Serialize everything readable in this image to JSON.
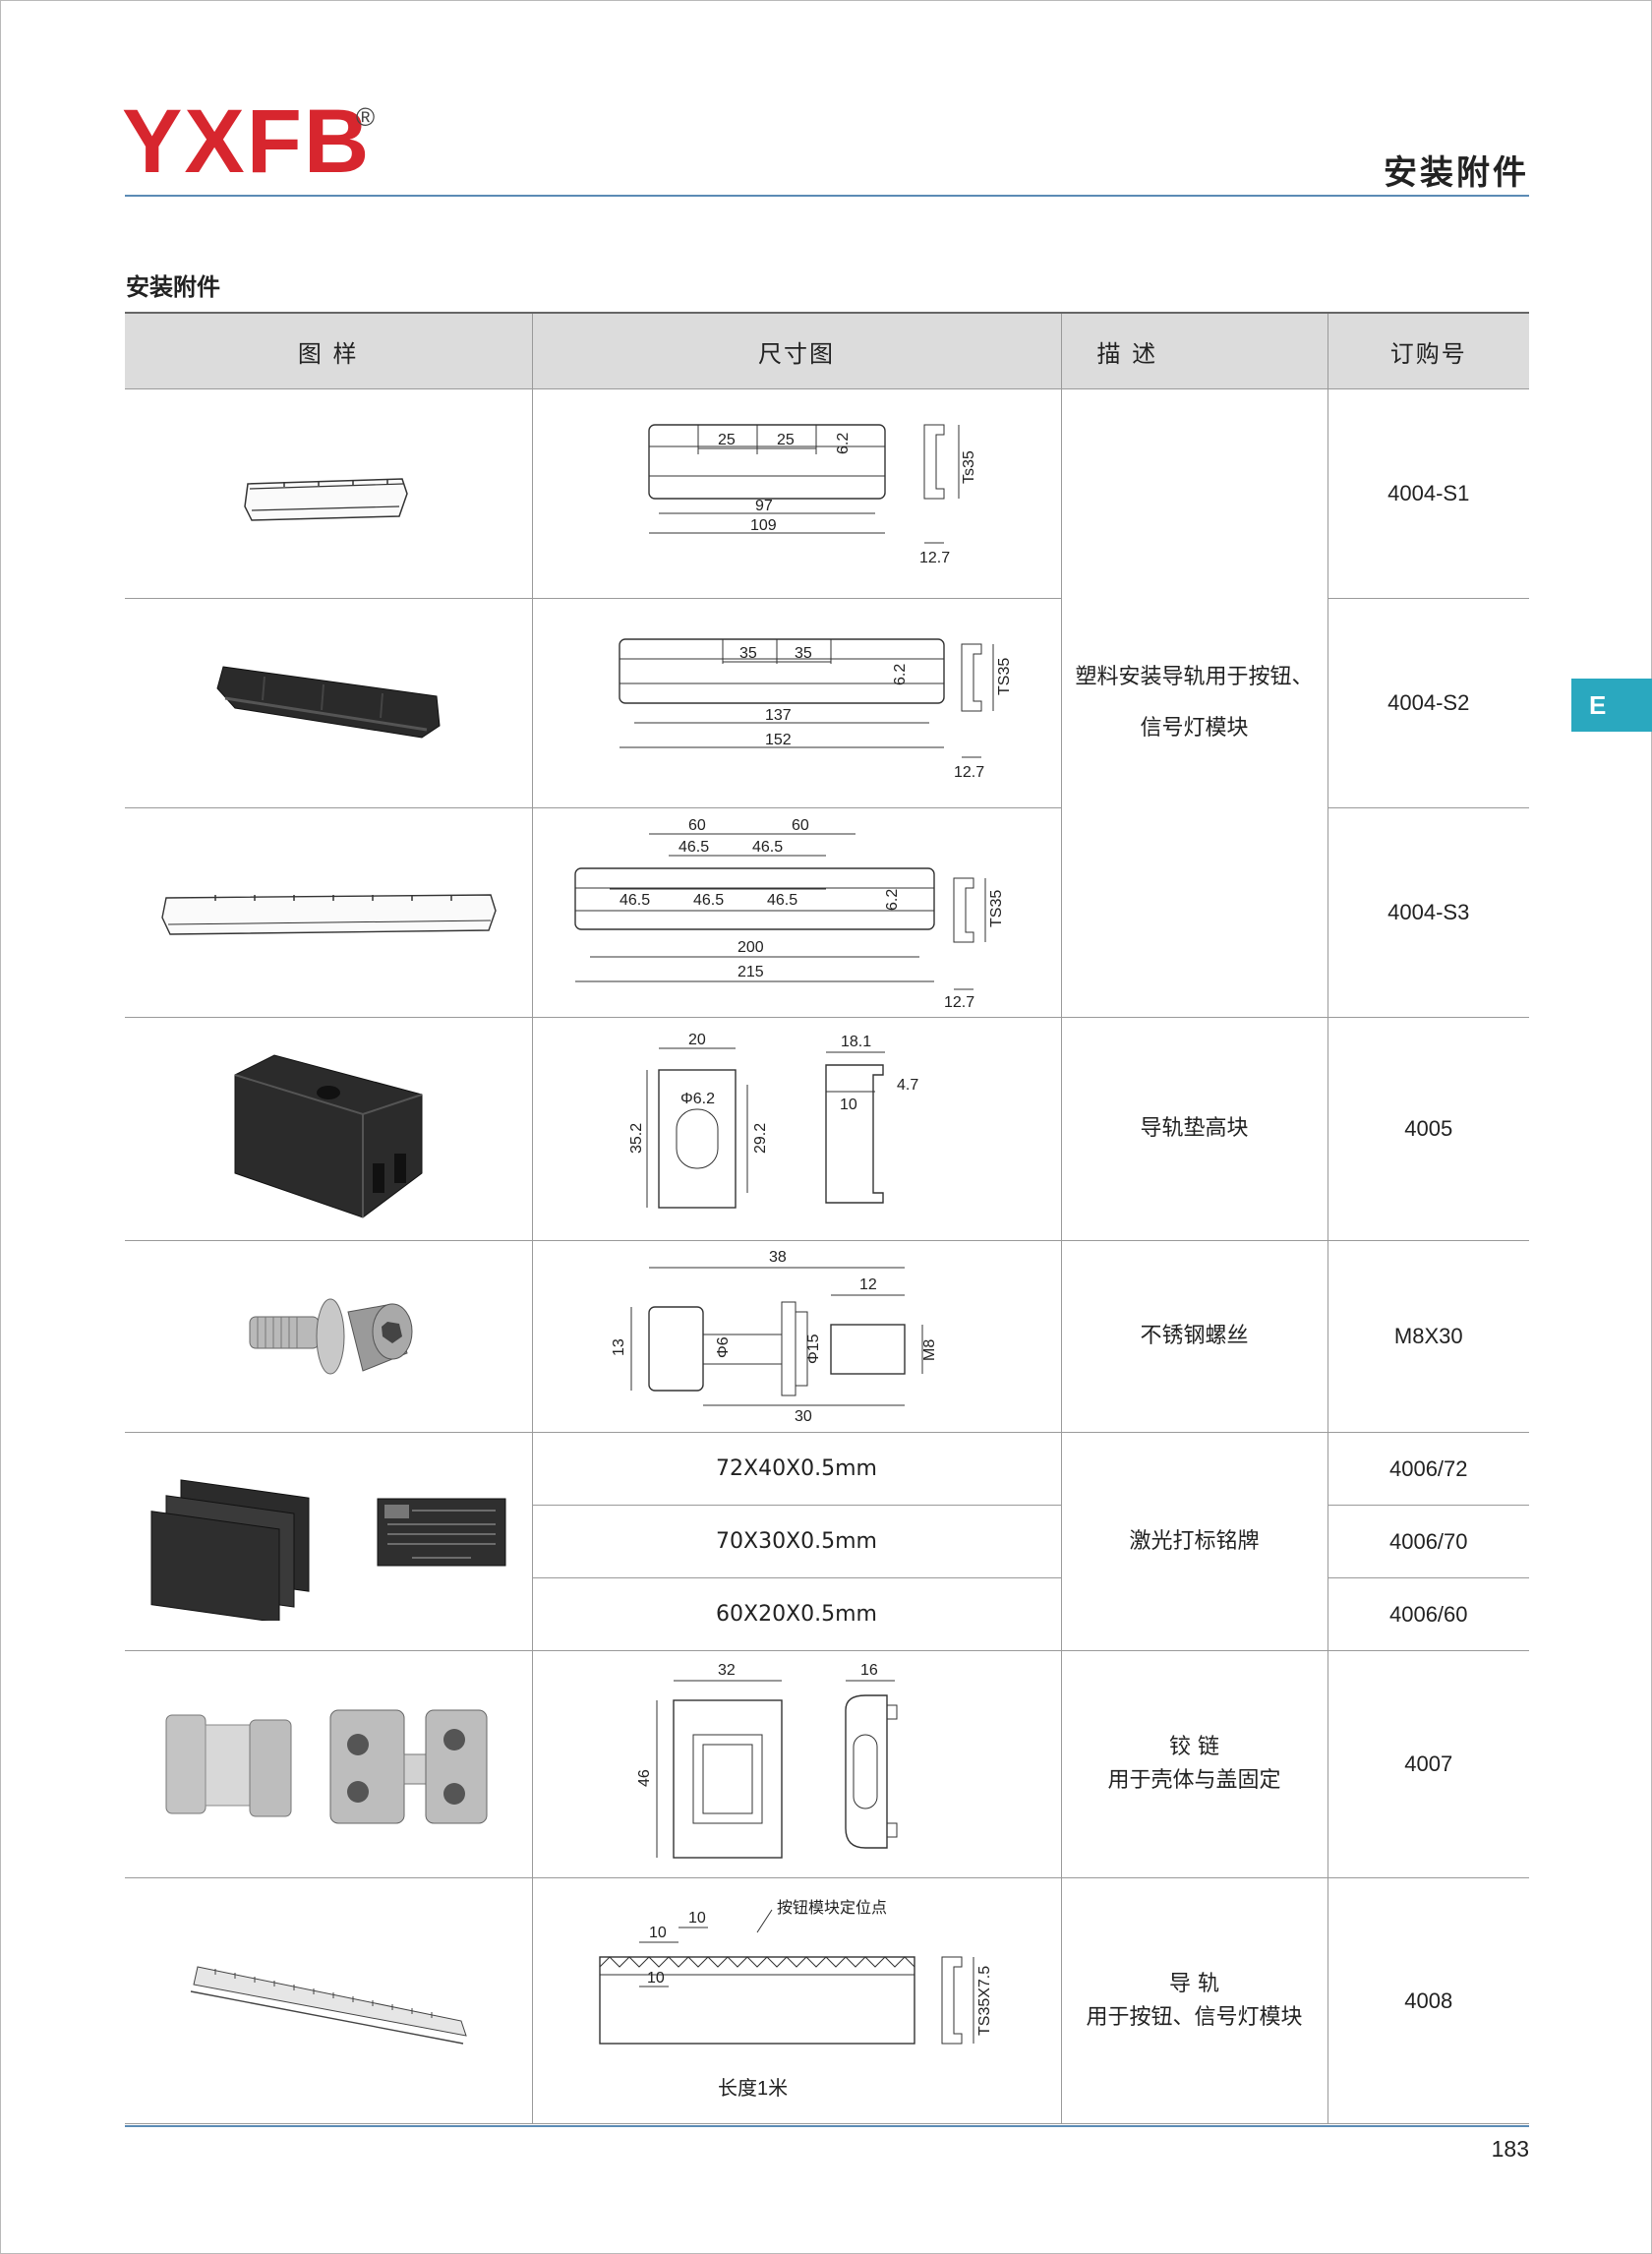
{
  "brand": {
    "logo": "YXFB",
    "registered": "®"
  },
  "header": {
    "title": "安装附件"
  },
  "section": {
    "title": "安装附件"
  },
  "side_tab": "E",
  "table": {
    "columns": [
      "图 样",
      "尺寸图",
      "描 述",
      "订购号"
    ],
    "rows": [
      {
        "code": "4004-S1"
      },
      {
        "code": "4004-S2"
      },
      {
        "code": "4004-S3"
      },
      {
        "code": "4005",
        "desc": "导轨垫高块"
      },
      {
        "code": "M8X30",
        "desc": "不锈钢螺丝"
      },
      {
        "code": "4006/72",
        "size": "72X40X0.5mm"
      },
      {
        "code": "4006/70",
        "size": "70X30X0.5mm"
      },
      {
        "code": "4006/60",
        "size": "60X20X0.5mm"
      },
      {
        "code": "4007",
        "desc_line1": "铰 链",
        "desc_line2": "用于壳体与盖固定"
      },
      {
        "code": "4008",
        "desc_line1": "导 轨",
        "desc_line2": "用于按钮、信号灯模块"
      }
    ],
    "rail_desc_line1": "塑料安装导轨用于按钮、",
    "rail_desc_line2": "信号灯模块",
    "nameplate_desc": "激光打标铭牌"
  },
  "dims": {
    "s1": {
      "a": "25",
      "b": "25",
      "h": "6.2",
      "inner": "97",
      "outer": "109",
      "ts": "Ts35",
      "w": "12.7"
    },
    "s2": {
      "a": "35",
      "b": "35",
      "h": "6.2",
      "inner": "137",
      "outer": "152",
      "ts": "TS35",
      "w": "12.7"
    },
    "s3": {
      "p1": "60",
      "p2": "60",
      "q1": "46.5",
      "q2": "46.5",
      "r1": "46.5",
      "r2": "46.5",
      "r3": "46.5",
      "h": "6.2",
      "inner": "200",
      "outer": "215",
      "ts": "TS35",
      "w": "12.7"
    },
    "pad": {
      "w": "20",
      "hole": "Φ6.2",
      "h_outer": "35.2",
      "h_inner": "29.2",
      "side_w": "18.1",
      "side_a": "10",
      "side_b": "4.7"
    },
    "screw": {
      "len": "38",
      "thread": "12",
      "head": "13",
      "shank": "Φ6",
      "washer": "Φ15",
      "m": "M8",
      "len2": "30"
    },
    "hinge": {
      "w": "32",
      "h": "46",
      "side": "16"
    },
    "rail": {
      "p1": "10",
      "p2": "10",
      "p3": "10",
      "marker": "按钮模块定位点",
      "ts": "TS35X7.5",
      "length": "长度1米"
    }
  },
  "page": {
    "number": "183"
  }
}
